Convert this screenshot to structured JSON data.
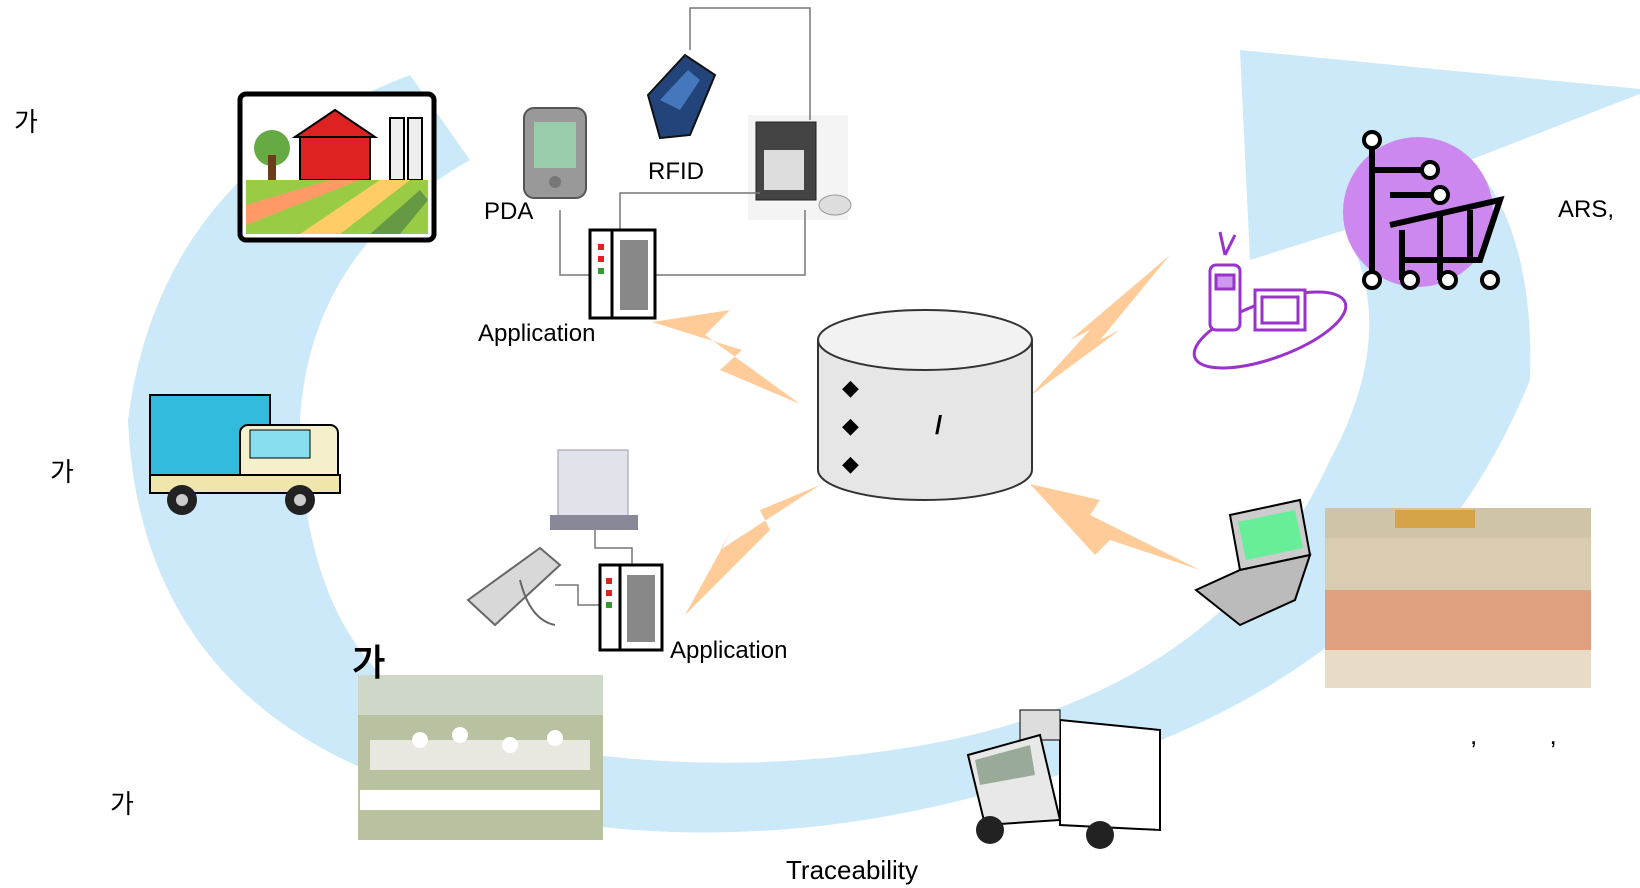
{
  "labels": {
    "farm": "가",
    "transport": "가",
    "processing_big": "가",
    "processing": "가",
    "pda": "PDA",
    "rfid": "RFID",
    "app_top": "Application",
    "app_bottom": "Application",
    "db_slash": "/",
    "ars": "ARS,",
    "commas": ",          ,",
    "traceability": "Traceability"
  },
  "db_bullets": [
    "◆",
    "◆",
    "◆"
  ],
  "colors": {
    "arrow": "#cce9f9",
    "lightning": "#ffcc99",
    "purple": "#9933cc",
    "cart_circle": "#cc88ee"
  },
  "icons": [
    "farm-icon",
    "truck-icon",
    "factory-photo",
    "pda-icon",
    "rfid-reader-icon",
    "label-printer-icon",
    "server-icon",
    "database-icon",
    "scanner-icon",
    "mobile-pc-icon",
    "shopping-cart-icon",
    "laptop-icon",
    "store-photo",
    "refrigerated-truck-icon"
  ]
}
